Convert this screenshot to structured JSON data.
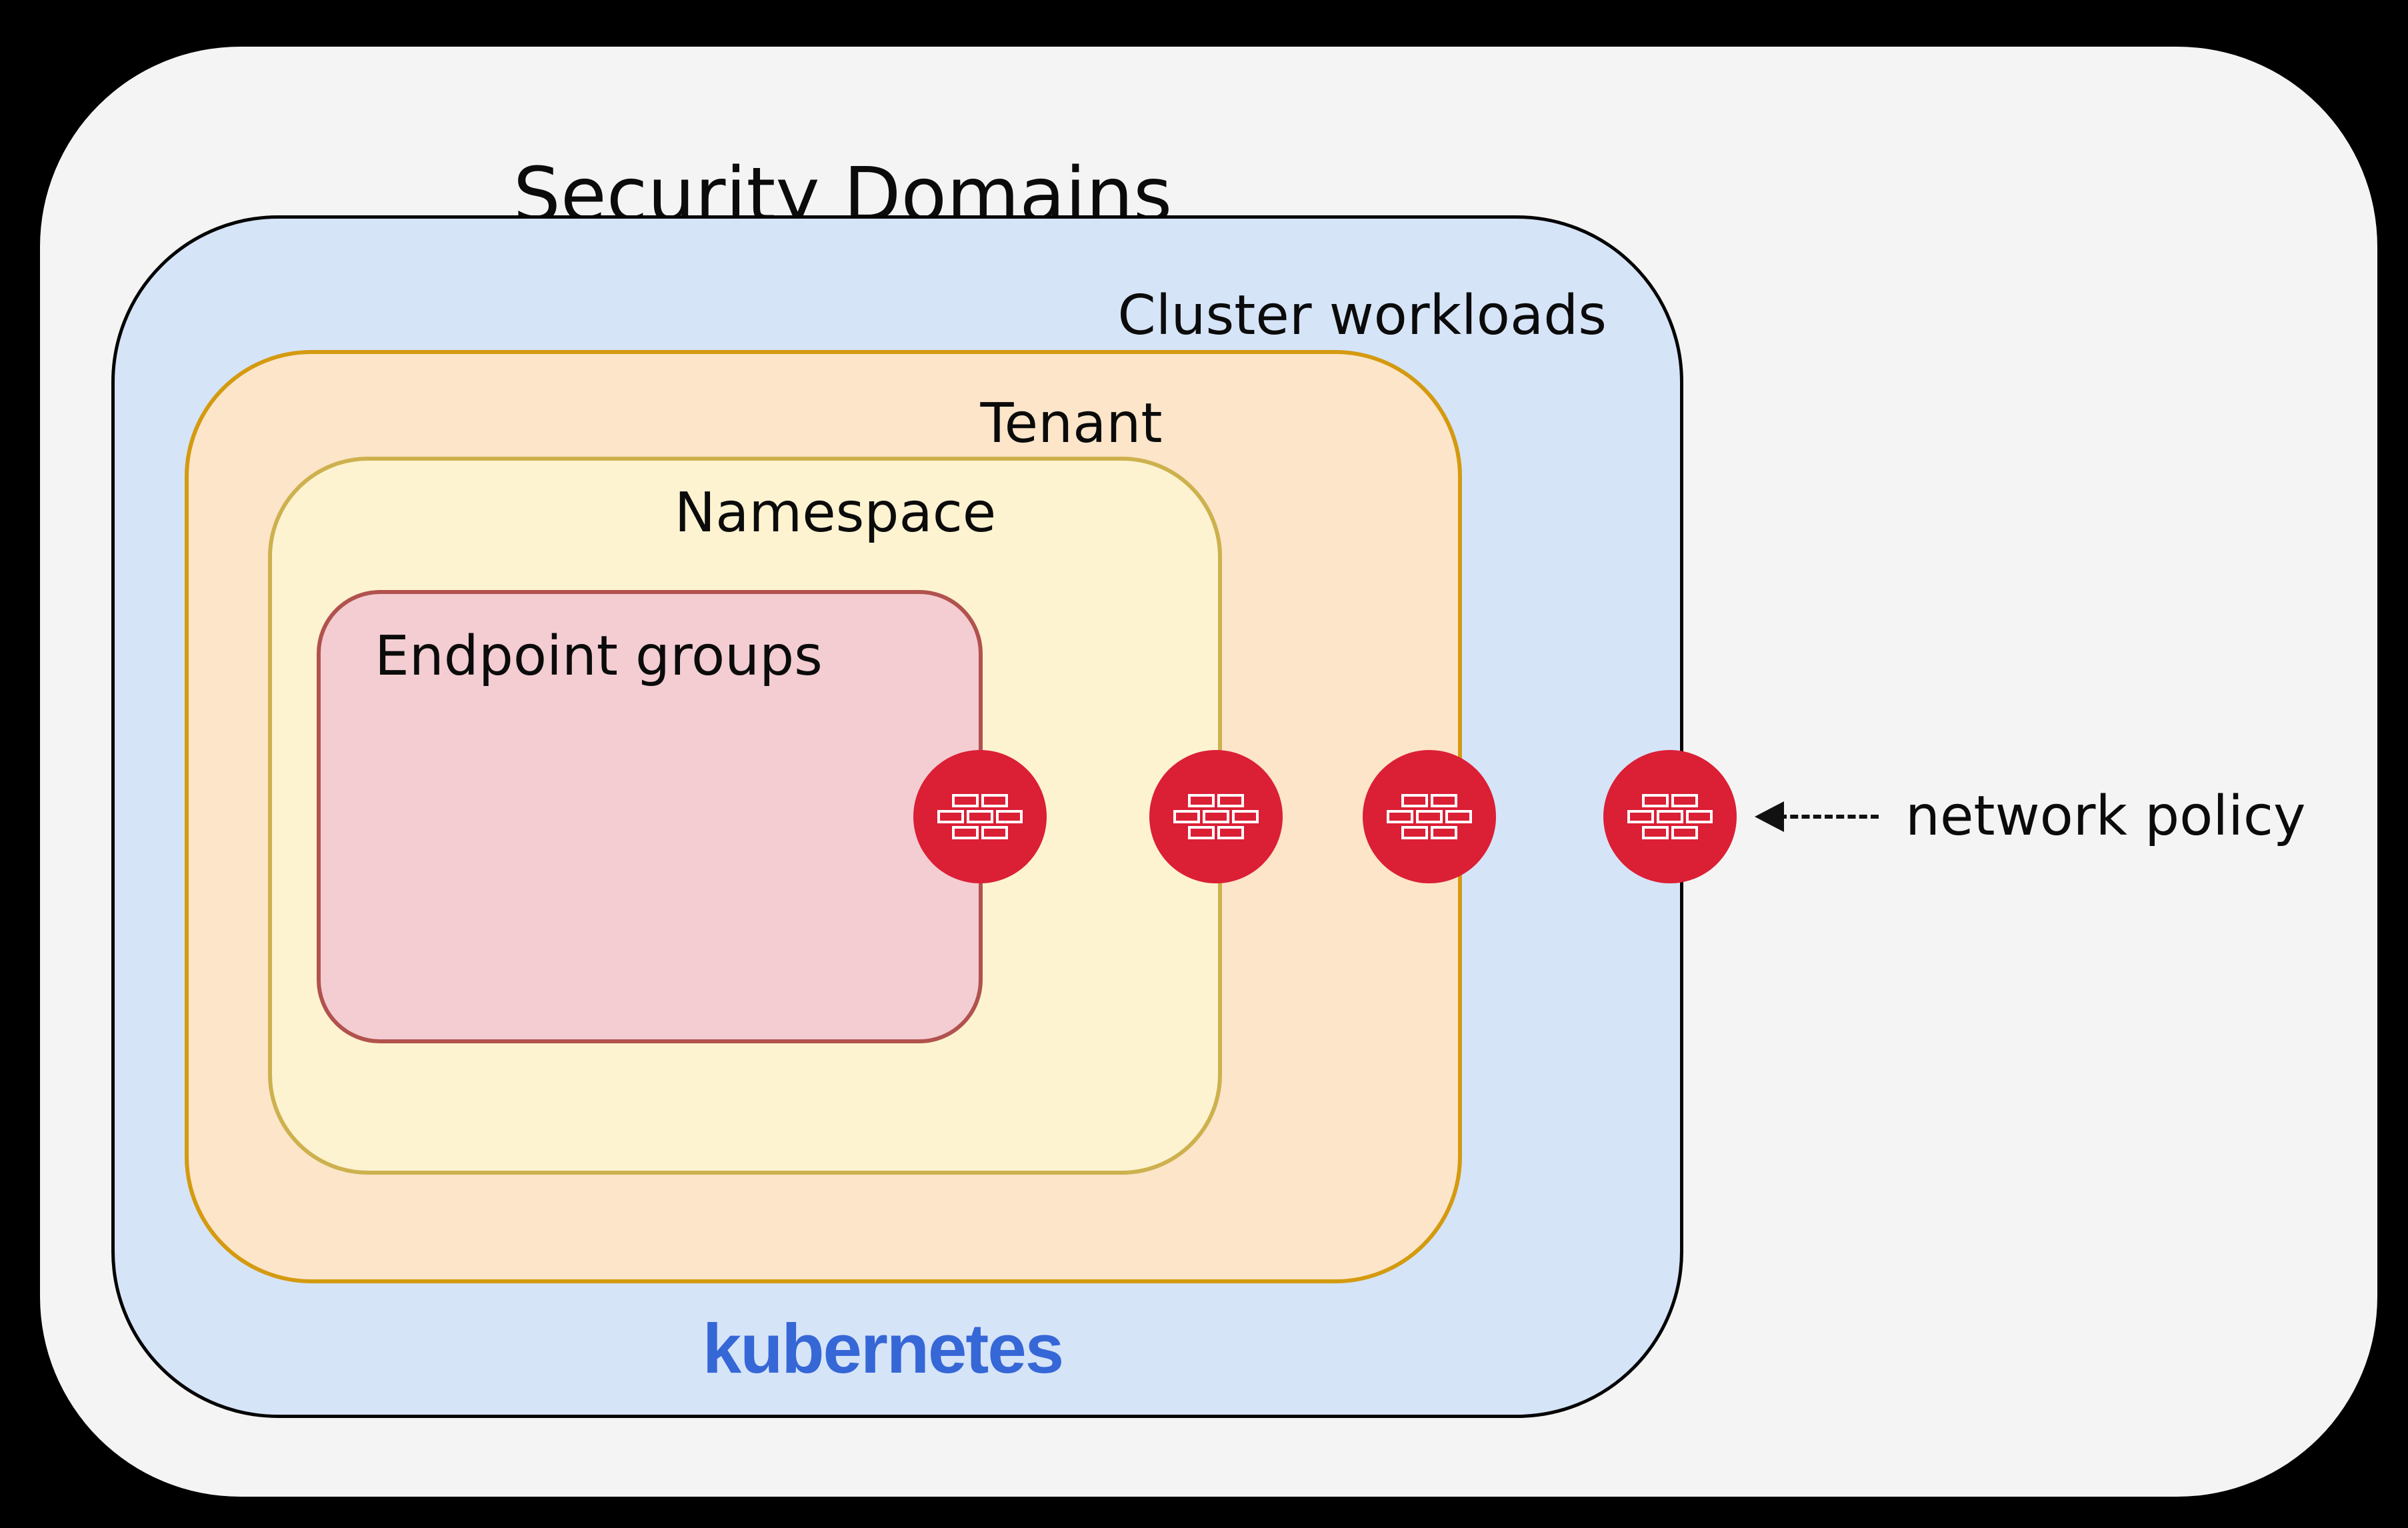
{
  "title": "Security Domains",
  "domains": {
    "cluster": {
      "label": "Cluster workloads",
      "brand": "kubernetes",
      "fill": "#D6E4F8",
      "border": "#050505"
    },
    "tenant": {
      "label": "Tenant",
      "fill": "#FCE5C9",
      "border": "#D49A10"
    },
    "namespace": {
      "label": "Namespace",
      "fill": "#FDF3D1",
      "border": "#CDB14E"
    },
    "endpoint": {
      "label": "Endpoint groups",
      "fill": "#F3CDD2",
      "border": "#B1524E"
    }
  },
  "annotation": {
    "label": "network policy",
    "arrow_style": "dashed",
    "arrow_direction": "left"
  },
  "firewalls": [
    {
      "icon": "firewall-icon",
      "boundary": "endpoint-groups-boundary"
    },
    {
      "icon": "firewall-icon",
      "boundary": "namespace-boundary"
    },
    {
      "icon": "firewall-icon",
      "boundary": "tenant-boundary"
    },
    {
      "icon": "firewall-icon",
      "boundary": "cluster-boundary"
    }
  ],
  "colors": {
    "background": "#000000",
    "panel": "#F4F4F4",
    "firewall_red": "#DB1F35",
    "brand_blue": "#3667D6",
    "text": "#0b0b0b"
  }
}
